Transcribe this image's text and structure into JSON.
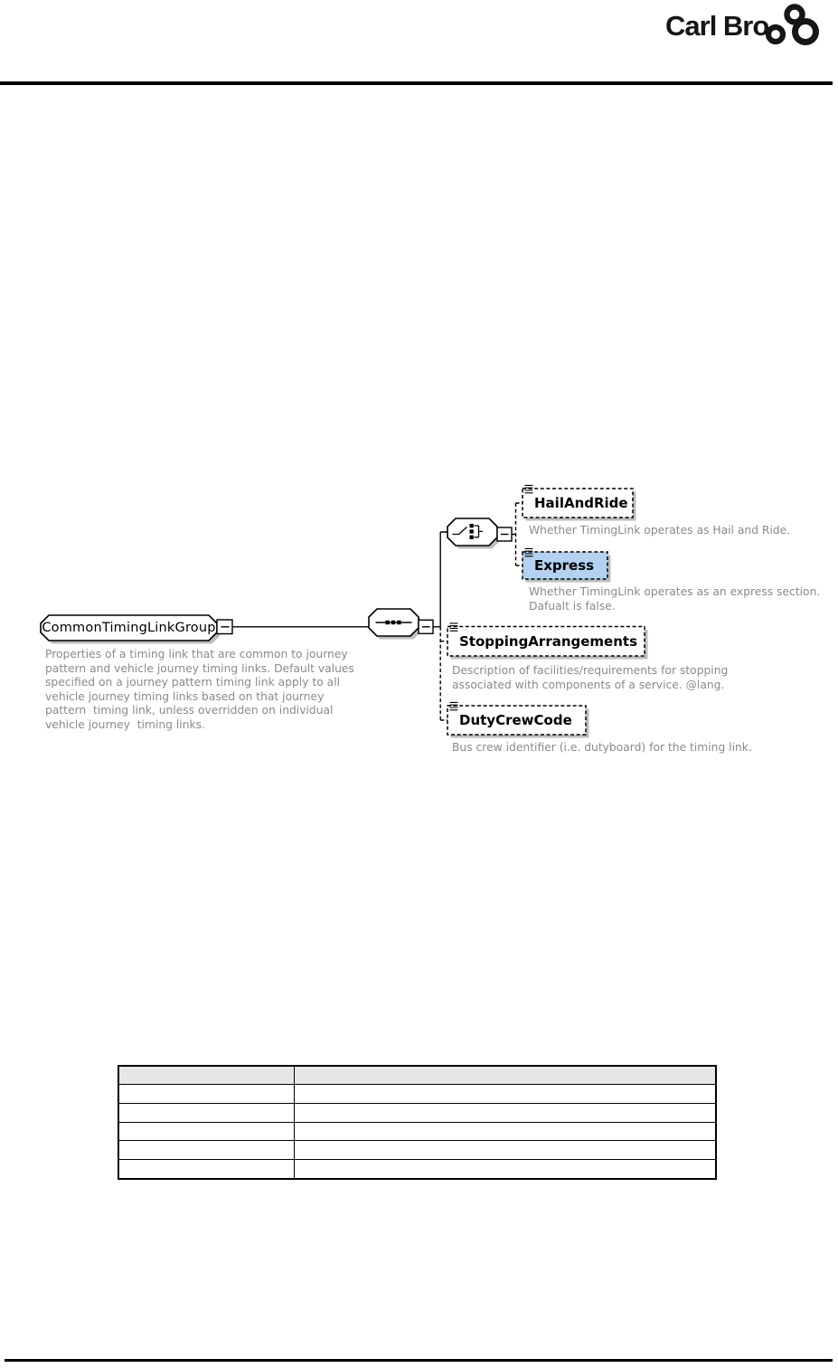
{
  "logo": {
    "text": "Carl Bro",
    "symbol_icon": "carl-bro-trefoil-icon"
  },
  "diagram": {
    "root": {
      "name": "CommonTimingLinkGroup",
      "annotation": "Properties of a timing link that are common to journey\npattern and vehicle journey timing links. Default values\nspecified on a journey pattern timing link apply to all\nvehicle journey timing links based on that journey\npattern  timing link, unless overridden on individual\nvehicle journey  timing links.",
      "collapse_glyph": "minus-icon"
    },
    "indicators": {
      "sequence_icon": "sequence-indicator",
      "choice_icon": "choice-indicator"
    },
    "elements": [
      {
        "name": "HailAndRide",
        "annotation": "Whether TimingLink operates as Hail and Ride.",
        "optional": true,
        "highlighted": false
      },
      {
        "name": "Express",
        "annotation": "Whether TimingLink operates as an express section.\nDafualt is false.",
        "optional": true,
        "highlighted": true
      },
      {
        "name": "StoppingArrangements",
        "annotation": "Description of facilities/requirements for stopping\nassociated with components of a service. @lang.",
        "optional": true,
        "highlighted": false
      },
      {
        "name": "DutyCrewCode",
        "annotation": "Bus crew identifier (i.e. dutyboard) for the timing link.",
        "optional": true,
        "highlighted": false
      }
    ],
    "colors": {
      "highlight_fill": "#b3d1f0",
      "shadow": "#bdbdbd",
      "annotation_text": "#8a8a8a",
      "line": "#000000"
    }
  },
  "table": {
    "header": [
      "",
      ""
    ],
    "rows": [
      [
        "",
        ""
      ],
      [
        "",
        ""
      ],
      [
        "",
        ""
      ],
      [
        "",
        ""
      ],
      [
        "",
        ""
      ]
    ]
  }
}
